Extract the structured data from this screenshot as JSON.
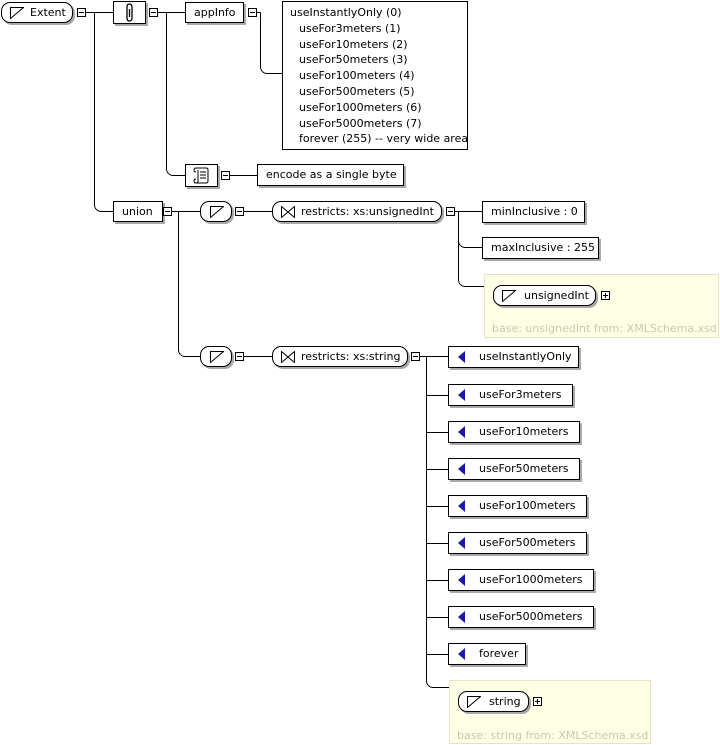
{
  "root": {
    "label": "Extent"
  },
  "annotation": {
    "appinfo_label": "appInfo",
    "appinfo_values": [
      "useInstantlyOnly (0)",
      "useFor3meters (1)",
      "useFor10meters (2)",
      "useFor50meters (3)",
      "useFor100meters (4)",
      "useFor500meters (5)",
      "useFor1000meters (6)",
      "useFor5000meters (7)",
      "forever (255) -- very wide area"
    ],
    "documentation": "encode as a single byte"
  },
  "union": {
    "label": "union",
    "restriction1": {
      "label": "restricts: xs:unsignedInt",
      "facets": [
        "minInclusive : 0",
        "maxInclusive : 255"
      ],
      "base_type": "unsignedInt",
      "base_note": "base: unsignedInt from: XMLSchema.xsd"
    },
    "restriction2": {
      "label": "restricts: xs:string",
      "enumerations": [
        "useInstantlyOnly",
        "useFor3meters",
        "useFor10meters",
        "useFor50meters",
        "useFor100meters",
        "useFor500meters",
        "useFor1000meters",
        "useFor5000meters",
        "forever"
      ],
      "base_type": "string",
      "base_note": "base: string from: XMLSchema.xsd"
    }
  }
}
